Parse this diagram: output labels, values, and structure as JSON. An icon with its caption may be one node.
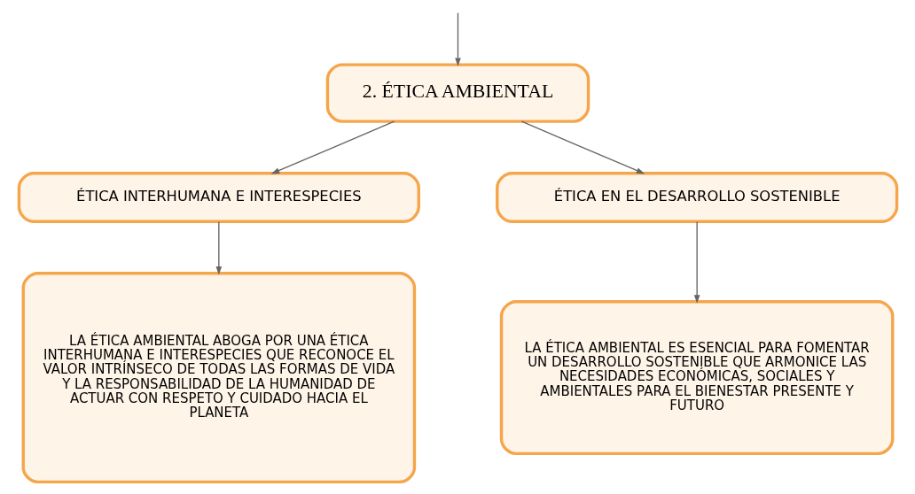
{
  "diagram": {
    "nodes": [
      {
        "text": [
          "2. ÉTICA AMBIENTAL"
        ]
      },
      {
        "text": [
          "ÉTICA INTERHUMANA E INTERESPECIES"
        ]
      },
      {
        "text": [
          "ÉTICA EN EL DESARROLLO SOSTENIBLE"
        ]
      },
      {
        "text": [
          "LA ÉTICA AMBIENTAL ABOGA POR UNA ÉTICA INTERHUMANA E INTERESPECIES QUE RECONOCE EL VALOR INTRÍNSECO DE TODAS LAS FORMAS DE VIDA Y LA RESPONSABILIDAD DE LA HUMANIDAD DE ACTUAR CON RESPETO Y CUIDADO HACIA EL PLANETA"
        ]
      },
      {
        "text": [
          "LA ÉTICA AMBIENTAL ES ESENCIAL PARA FOMENTAR UN DESARROLLO SOSTENIBLE QUE ARMONICE LAS NECESIDADES ECONÓMICAS, SOCIALES Y AMBIENTALES PARA EL BIENESTAR PRESENTE Y FUTURO"
        ]
      }
    ],
    "edges": [
      {
        "from": null,
        "to": 0,
        "arrow": "to"
      },
      {
        "from": 0,
        "to": 1,
        "arrow": "to"
      },
      {
        "from": 0,
        "to": 2,
        "arrow": "to"
      },
      {
        "from": 1,
        "to": 3,
        "arrow": "to"
      },
      {
        "from": 2,
        "to": 4,
        "arrow": "to"
      }
    ]
  }
}
